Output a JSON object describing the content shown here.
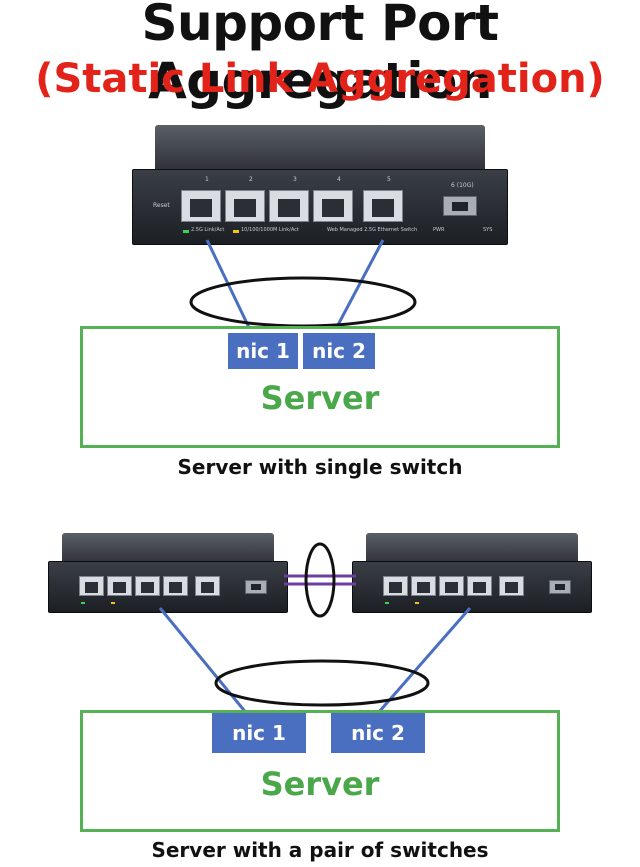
{
  "title": "Support Port Aggregation",
  "subtitle": "(Static Link Aggregation)",
  "diagram_top": {
    "switch": {
      "reset_label": "Reset",
      "port_numbers": [
        "1",
        "2",
        "3",
        "4",
        "5"
      ],
      "sfp_label": "6 (10G)",
      "legend_2_5g": "2.5G Link/Act",
      "legend_1g": "10/100/1000M Link/Act",
      "model_text": "Web Managed 2.5G Ethernet Switch",
      "pwr_label": "PWR",
      "sys_label": "SYS"
    },
    "nic1": "nic 1",
    "nic2": "nic 2",
    "server_label": "Server",
    "caption": "Server with single switch"
  },
  "diagram_bottom": {
    "nic1": "nic 1",
    "nic2": "nic 2",
    "server_label": "Server",
    "caption": "Server with a pair of switches"
  },
  "colors": {
    "title": "#111111",
    "subtitle": "#e2231a",
    "server_border": "#55b153",
    "server_text": "#4aa84a",
    "nic_fill": "#4a6fc1",
    "cable_blue": "#4a6fc1",
    "cable_purple": "#6b3fa0"
  }
}
